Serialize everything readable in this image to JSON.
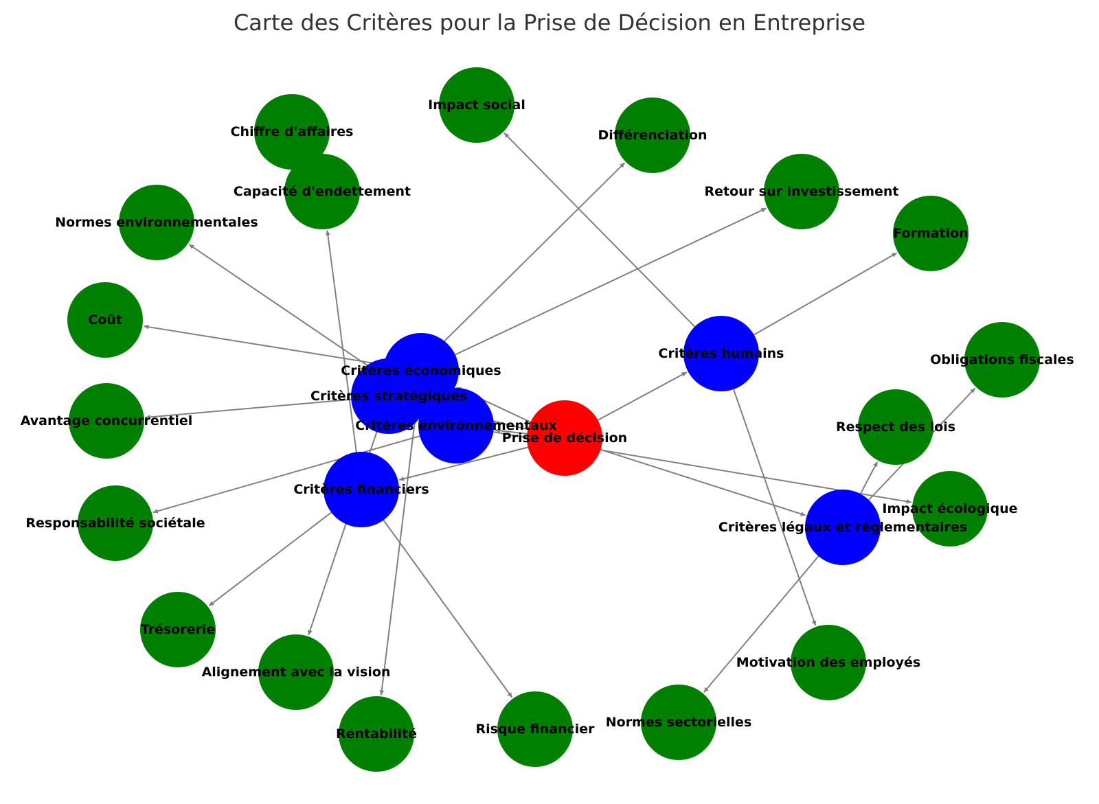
{
  "title": "Carte des Critères pour la Prise de Décision en Entreprise",
  "colors": {
    "root": "#ff0000",
    "category": "#0000ff",
    "leaf": "#008000",
    "edge": "#808080",
    "title": "#333333"
  },
  "nodes": [
    {
      "id": "decision",
      "label": "Prise de décision",
      "type": "root"
    },
    {
      "id": "eco",
      "label": "Critères économiques",
      "type": "category"
    },
    {
      "id": "strat",
      "label": "Critères stratégiques",
      "type": "category"
    },
    {
      "id": "env",
      "label": "Critères environnementaux",
      "type": "category"
    },
    {
      "id": "fin",
      "label": "Critères financiers",
      "type": "category"
    },
    {
      "id": "hum",
      "label": "Critères humains",
      "type": "category"
    },
    {
      "id": "leg",
      "label": "Critères légaux et réglementaires",
      "type": "category"
    },
    {
      "id": "impact_social",
      "label": "Impact social",
      "type": "leaf"
    },
    {
      "id": "chiffre",
      "label": "Chiffre d'affaires",
      "type": "leaf"
    },
    {
      "id": "diff",
      "label": "Différenciation",
      "type": "leaf"
    },
    {
      "id": "endettement",
      "label": "Capacité d'endettement",
      "type": "leaf"
    },
    {
      "id": "roi",
      "label": "Retour sur investissement",
      "type": "leaf"
    },
    {
      "id": "normes_env",
      "label": "Normes environnementales",
      "type": "leaf"
    },
    {
      "id": "formation",
      "label": "Formation",
      "type": "leaf"
    },
    {
      "id": "cout",
      "label": "Coût",
      "type": "leaf"
    },
    {
      "id": "oblig",
      "label": "Obligations fiscales",
      "type": "leaf"
    },
    {
      "id": "avantage",
      "label": "Avantage concurrentiel",
      "type": "leaf"
    },
    {
      "id": "respect",
      "label": "Respect des lois",
      "type": "leaf"
    },
    {
      "id": "impact_eco",
      "label": "Impact écologique",
      "type": "leaf"
    },
    {
      "id": "resp_soc",
      "label": "Responsabilité sociétale",
      "type": "leaf"
    },
    {
      "id": "treso",
      "label": "Trésorerie",
      "type": "leaf"
    },
    {
      "id": "motivation",
      "label": "Motivation des employés",
      "type": "leaf"
    },
    {
      "id": "alignement",
      "label": "Alignement avec la vision",
      "type": "leaf"
    },
    {
      "id": "normes_sect",
      "label": "Normes sectorielles",
      "type": "leaf"
    },
    {
      "id": "rentab",
      "label": "Rentabilité",
      "type": "leaf"
    },
    {
      "id": "risque",
      "label": "Risque financier",
      "type": "leaf"
    }
  ],
  "edges": [
    {
      "from": "decision",
      "to": "eco"
    },
    {
      "from": "decision",
      "to": "strat"
    },
    {
      "from": "decision",
      "to": "env"
    },
    {
      "from": "decision",
      "to": "fin"
    },
    {
      "from": "decision",
      "to": "hum"
    },
    {
      "from": "decision",
      "to": "leg"
    },
    {
      "from": "eco",
      "to": "cout"
    },
    {
      "from": "eco",
      "to": "roi"
    },
    {
      "from": "eco",
      "to": "rentab"
    },
    {
      "from": "strat",
      "to": "avantage"
    },
    {
      "from": "strat",
      "to": "diff"
    },
    {
      "from": "strat",
      "to": "alignement"
    },
    {
      "from": "env",
      "to": "normes_env"
    },
    {
      "from": "env",
      "to": "impact_eco"
    },
    {
      "from": "env",
      "to": "resp_soc"
    },
    {
      "from": "fin",
      "to": "endettement"
    },
    {
      "from": "fin",
      "to": "treso"
    },
    {
      "from": "fin",
      "to": "risque"
    },
    {
      "from": "hum",
      "to": "impact_social"
    },
    {
      "from": "hum",
      "to": "formation"
    },
    {
      "from": "hum",
      "to": "motivation"
    },
    {
      "from": "leg",
      "to": "respect"
    },
    {
      "from": "leg",
      "to": "oblig"
    },
    {
      "from": "leg",
      "to": "normes_sect"
    }
  ]
}
